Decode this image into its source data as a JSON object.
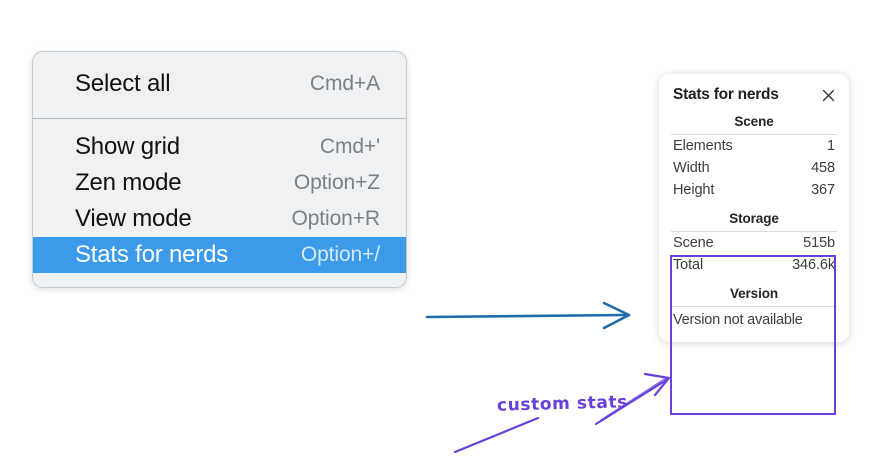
{
  "context_menu": {
    "groups": [
      {
        "items": [
          {
            "label": "Select all",
            "shortcut": "Cmd+A",
            "selected": false
          }
        ]
      },
      {
        "items": [
          {
            "label": "Show grid",
            "shortcut": "Cmd+'",
            "selected": false
          },
          {
            "label": "Zen mode",
            "shortcut": "Option+Z",
            "selected": false
          },
          {
            "label": "View mode",
            "shortcut": "Option+R",
            "selected": false
          },
          {
            "label": "Stats for nerds",
            "shortcut": "Option+/",
            "selected": true
          }
        ]
      }
    ],
    "highlight_color": "#3b9ae9"
  },
  "stats_panel": {
    "title": "Stats for nerds",
    "close_icon": "close-icon",
    "sections": [
      {
        "heading": "Scene",
        "rows": [
          {
            "key": "Elements",
            "value": "1"
          },
          {
            "key": "Width",
            "value": "458"
          },
          {
            "key": "Height",
            "value": "367"
          }
        ]
      },
      {
        "heading": "Storage",
        "rows": [
          {
            "key": "Scene",
            "value": "515b"
          },
          {
            "key": "Total",
            "value": "346.6k"
          }
        ]
      },
      {
        "heading": "Version",
        "text": "Version not available"
      }
    ]
  },
  "annotations": {
    "label": "custom stats",
    "label_color": "#6741d9",
    "arrow_color": "#1f6cab"
  }
}
